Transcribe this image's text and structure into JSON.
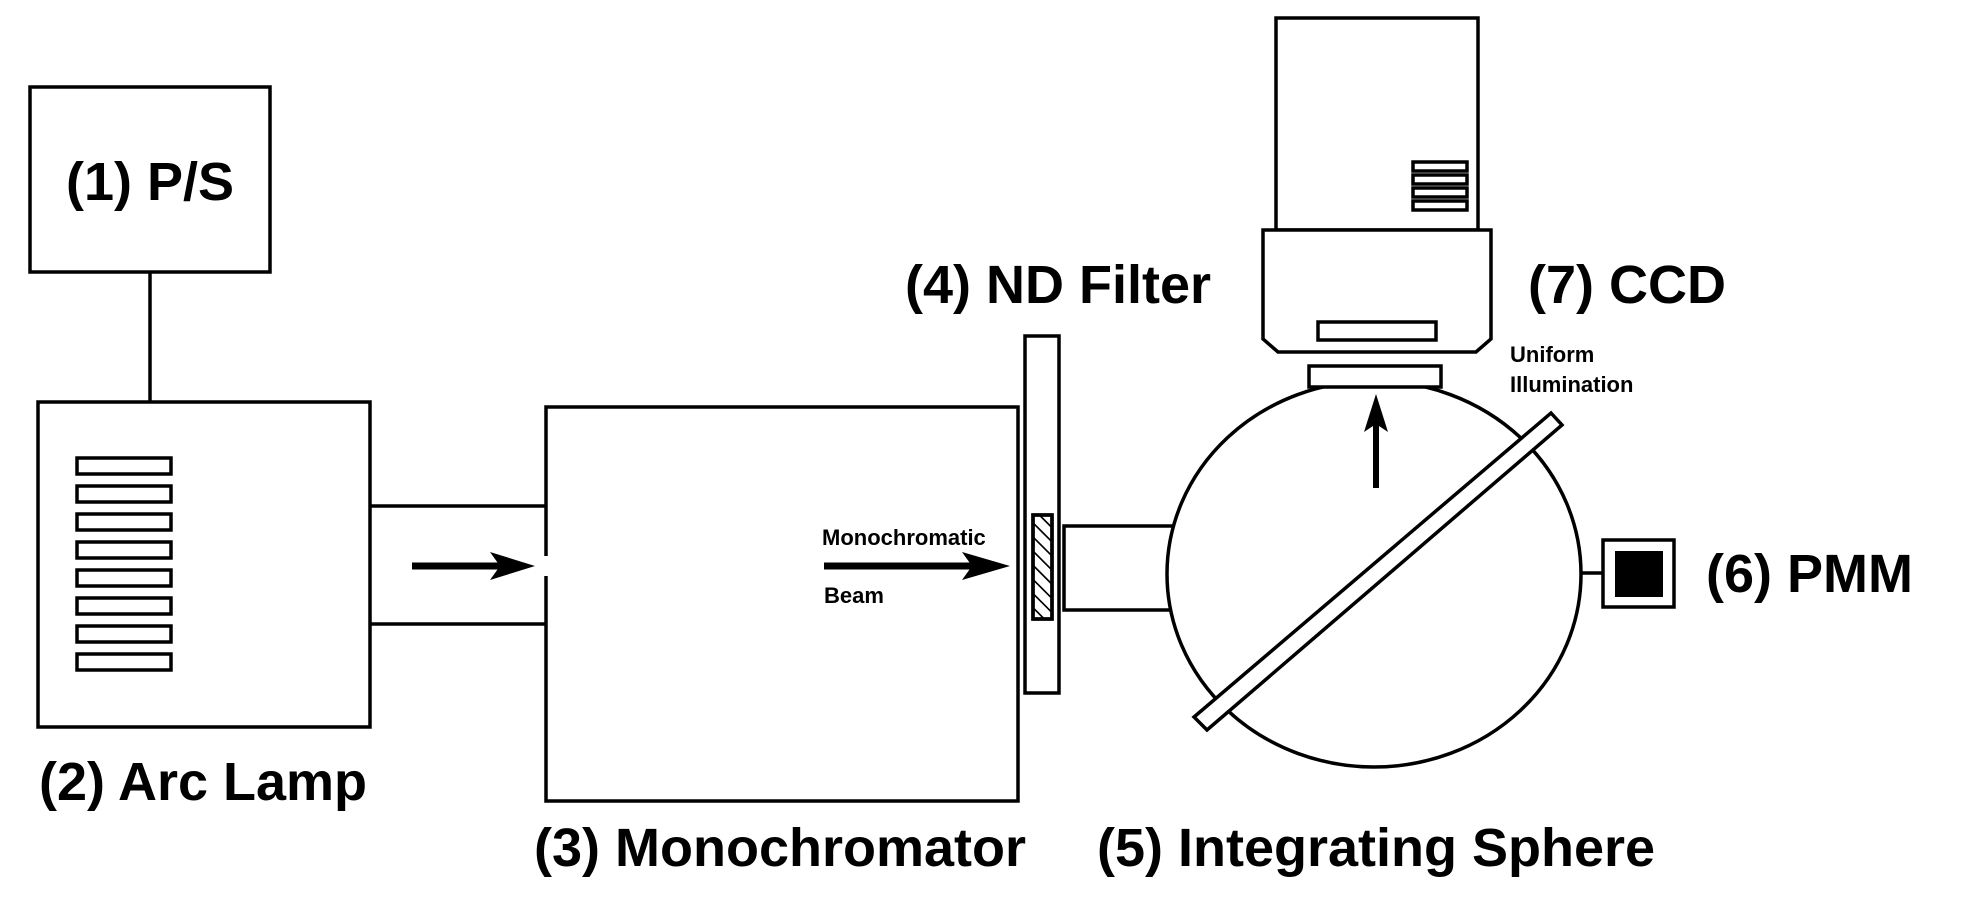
{
  "labels": {
    "power_supply": "(1) P/S",
    "arc_lamp": "(2) Arc Lamp",
    "monochromator": "(3) Monochromator",
    "nd_filter": "(4) ND Filter",
    "integrating_sphere": "(5) Integrating Sphere",
    "pmm": "(6) PMM",
    "ccd": "(7) CCD",
    "beam_line1": "Monochromatic",
    "beam_line2": "Beam",
    "uniform_line1": "Uniform",
    "uniform_line2": "Illumination"
  },
  "colors": {
    "stroke": "#000000",
    "background": "#ffffff"
  }
}
